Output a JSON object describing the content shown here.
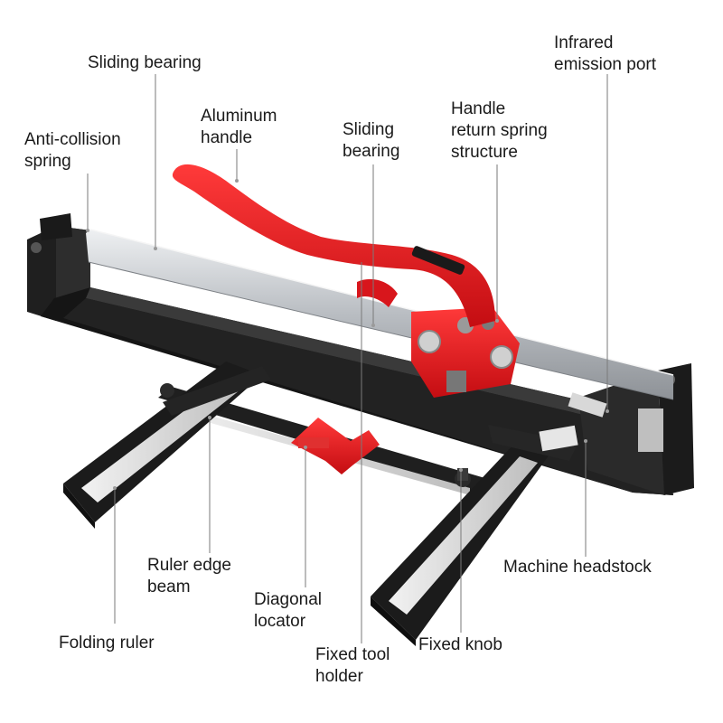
{
  "labels": {
    "sliding_bearing_top": [
      "Sliding bearing"
    ],
    "anti_collision_spring": [
      "Anti-collision",
      "spring"
    ],
    "aluminum_handle": [
      "Aluminum",
      "handle"
    ],
    "sliding_bearing_mid": [
      "Sliding",
      "bearing"
    ],
    "handle_return_spring": [
      "Handle",
      "return spring",
      "structure"
    ],
    "infrared_port": [
      "Infrared",
      "emission port"
    ],
    "machine_headstock": [
      "Machine headstock"
    ],
    "ruler_edge_beam": [
      "Ruler edge",
      "beam"
    ],
    "diagonal_locator": [
      "Diagonal",
      "locator"
    ],
    "folding_ruler": [
      "Folding ruler"
    ],
    "fixed_tool_holder": [
      "Fixed tool",
      "holder"
    ],
    "fixed_knob": [
      "Fixed knob"
    ]
  },
  "colors": {
    "frame": "#1c1c1c",
    "rail": "#c9ccd0",
    "handle": "#e0191f",
    "ruler": "#d9d9d9"
  }
}
